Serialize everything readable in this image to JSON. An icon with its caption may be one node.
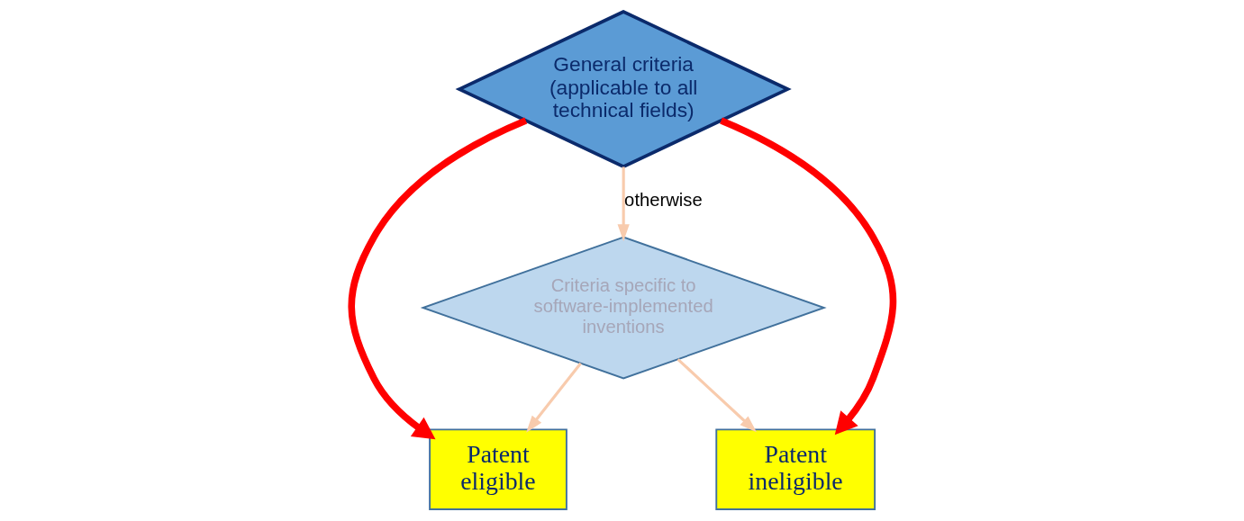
{
  "diagram": {
    "nodes": [
      {
        "text": [
          "General criteria (applicable to all technical fields)"
        ]
      },
      {
        "text": [
          "Criteria specific to software-implemented inventions"
        ]
      },
      {
        "text": [
          "Patent eligible"
        ]
      },
      {
        "text": [
          "Patent ineligible"
        ]
      }
    ],
    "edges": [
      {
        "from": 0,
        "to": 2,
        "arrow": "to",
        "style": "thick",
        "color": "#ff0000"
      },
      {
        "from": 0,
        "to": 3,
        "arrow": "to",
        "style": "thick",
        "color": "#ff0000"
      },
      {
        "from": 0,
        "to": 1,
        "arrow": "to",
        "label": "otherwise"
      },
      {
        "from": 1,
        "to": 2,
        "arrow": "to"
      },
      {
        "from": 1,
        "to": 3,
        "arrow": "to"
      }
    ]
  }
}
